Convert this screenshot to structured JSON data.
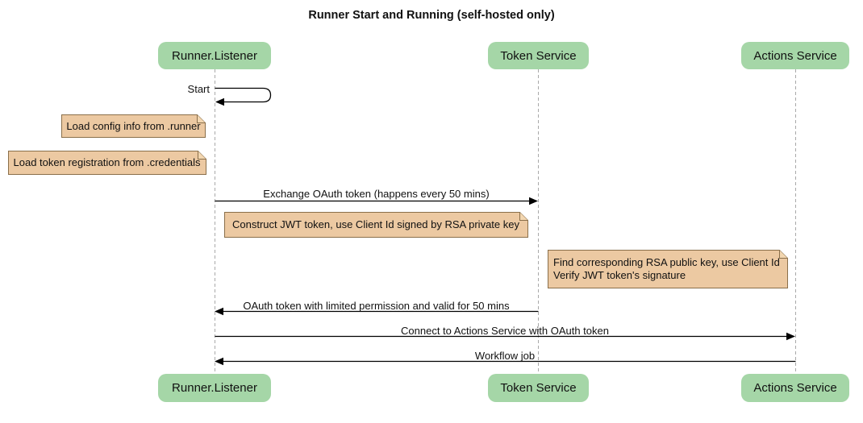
{
  "title": "Runner Start and Running (self-hosted only)",
  "diagram_type": "sequence-diagram",
  "participants": [
    {
      "name": "Runner.Listener"
    },
    {
      "name": "Token Service"
    },
    {
      "name": "Actions Service"
    }
  ],
  "messages": {
    "start": {
      "label": "Start",
      "from": "Runner.Listener",
      "to": "Runner.Listener",
      "kind": "self-message"
    },
    "exchange": {
      "label": "Exchange OAuth token (happens every 50 mins)",
      "from": "Runner.Listener",
      "to": "Token Service",
      "kind": "solid-arrow"
    },
    "oauth_return": {
      "label": "OAuth token with limited permission and valid for 50 mins",
      "from": "Token Service",
      "to": "Runner.Listener",
      "kind": "solid-arrow"
    },
    "connect": {
      "label": "Connect to Actions Service with OAuth token",
      "from": "Runner.Listener",
      "to": "Actions Service",
      "kind": "solid-arrow"
    },
    "workflow": {
      "label": "Workflow job",
      "from": "Actions Service",
      "to": "Runner.Listener",
      "kind": "solid-arrow"
    }
  },
  "notes": {
    "load_config": {
      "text": "Load config info from .runner",
      "position": "left of Runner.Listener"
    },
    "load_token": {
      "text": "Load token registration from .credentials",
      "position": "left of Runner.Listener"
    },
    "construct_jwt": {
      "text": "Construct JWT token, use Client Id signed by RSA private key",
      "position": "over Runner.Listener and Token Service"
    },
    "verify_jwt": {
      "line1": "Find corresponding RSA public key, use Client Id",
      "line2": "Verify JWT token's signature",
      "position": "left of Actions Service"
    }
  },
  "colors": {
    "background": "#ffffff",
    "participant_fill": "#a5d6a7",
    "note_fill": "#ecc9a2",
    "note_border": "#8a6f4a",
    "lifeline": "#a9a9a9",
    "message_line": "#000000",
    "text": "#111111"
  }
}
